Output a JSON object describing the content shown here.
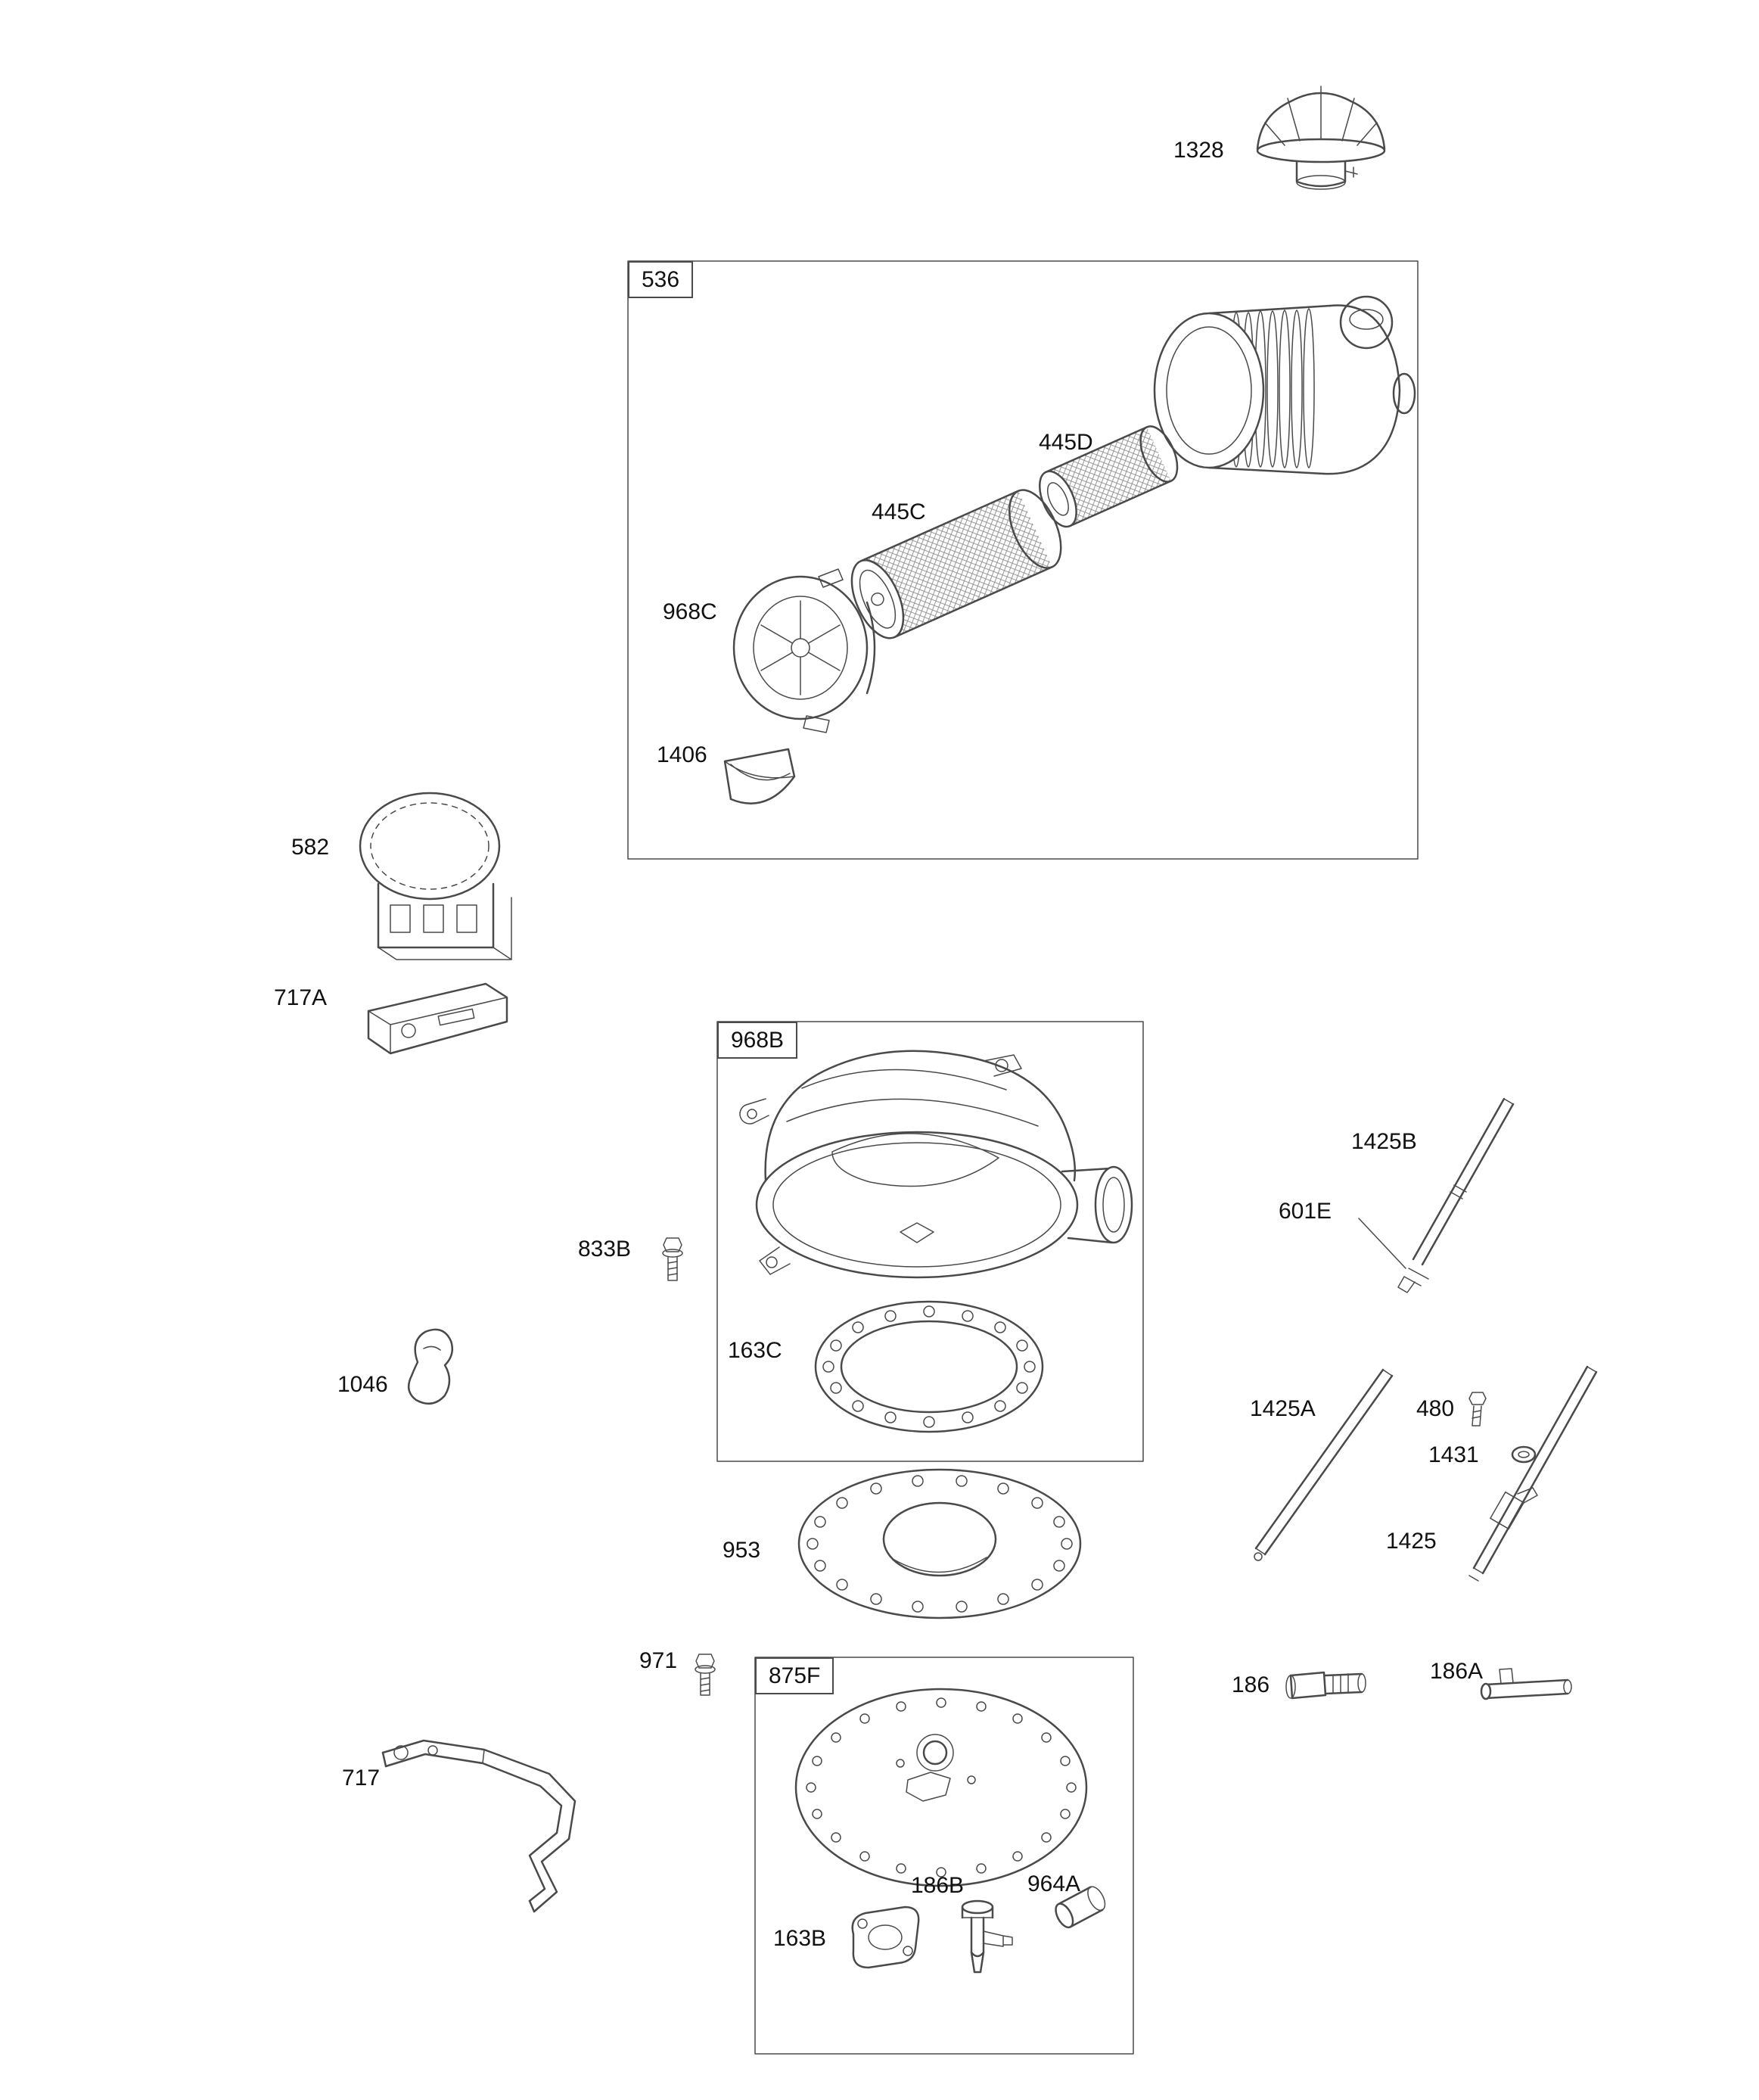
{
  "diagram": {
    "title": "",
    "background_color": "#ffffff",
    "line_color": "#4a4a4a",
    "labels": {
      "p1328": "1328",
      "p536": "536",
      "p445D": "445D",
      "p445C": "445C",
      "p968C": "968C",
      "p1406": "1406",
      "p582": "582",
      "p717A": "717A",
      "p968B": "968B",
      "p1425B": "1425B",
      "p601E": "601E",
      "p833B": "833B",
      "p163C": "163C",
      "p1046": "1046",
      "p1425A": "1425A",
      "p480": "480",
      "p1431": "1431",
      "p953": "953",
      "p1425": "1425",
      "p971": "971",
      "p875F": "875F",
      "p186": "186",
      "p186A": "186A",
      "p717": "717",
      "p163B": "163B",
      "p186B": "186B",
      "p964A": "964A"
    }
  }
}
